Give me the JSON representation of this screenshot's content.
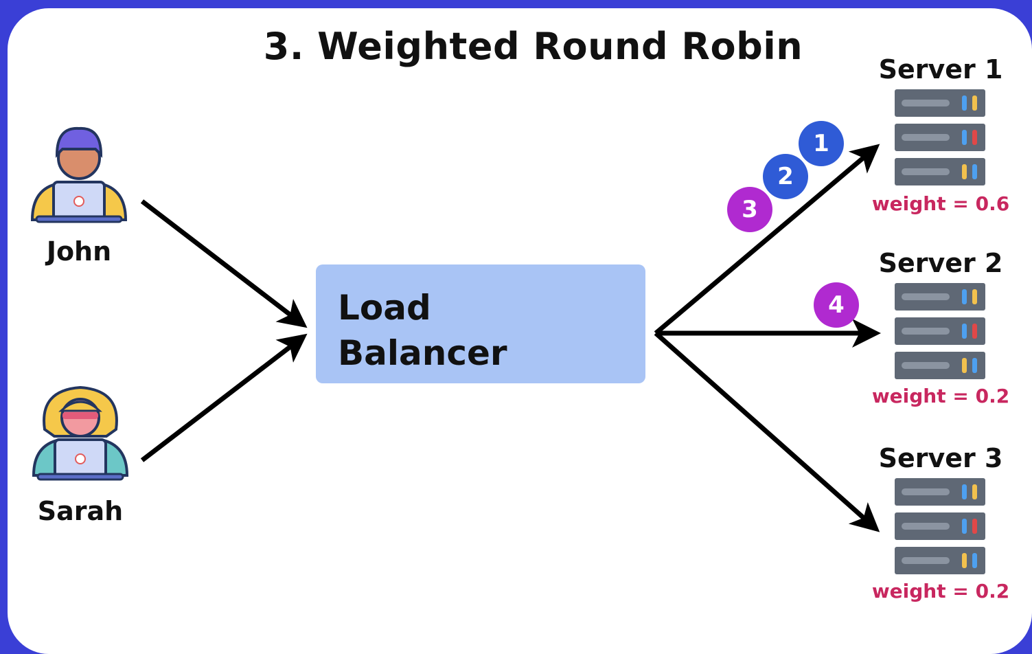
{
  "title": "3. Weighted Round Robin",
  "users": [
    {
      "name": "John"
    },
    {
      "name": "Sarah"
    }
  ],
  "load_balancer": {
    "label_line1": "Load",
    "label_line2": "Balancer"
  },
  "servers": [
    {
      "name": "Server 1",
      "weight_label": "weight = 0.6",
      "weight": 0.6
    },
    {
      "name": "Server 2",
      "weight_label": "weight = 0.2",
      "weight": 0.2
    },
    {
      "name": "Server 3",
      "weight_label": "weight = 0.2",
      "weight": 0.2
    }
  ],
  "requests": [
    {
      "number": "1",
      "server": "Server 1",
      "color": "#2f5bd6"
    },
    {
      "number": "2",
      "server": "Server 1",
      "color": "#2f5bd6"
    },
    {
      "number": "3",
      "server": "Server 1",
      "color": "#b02ad0"
    },
    {
      "number": "4",
      "server": "Server 2",
      "color": "#b02ad0"
    }
  ],
  "colors": {
    "frame": "#3a3fd6",
    "load_balancer_fill": "#a9c4f5",
    "weight_text": "#c8275f",
    "server_body": "#5f6875"
  }
}
